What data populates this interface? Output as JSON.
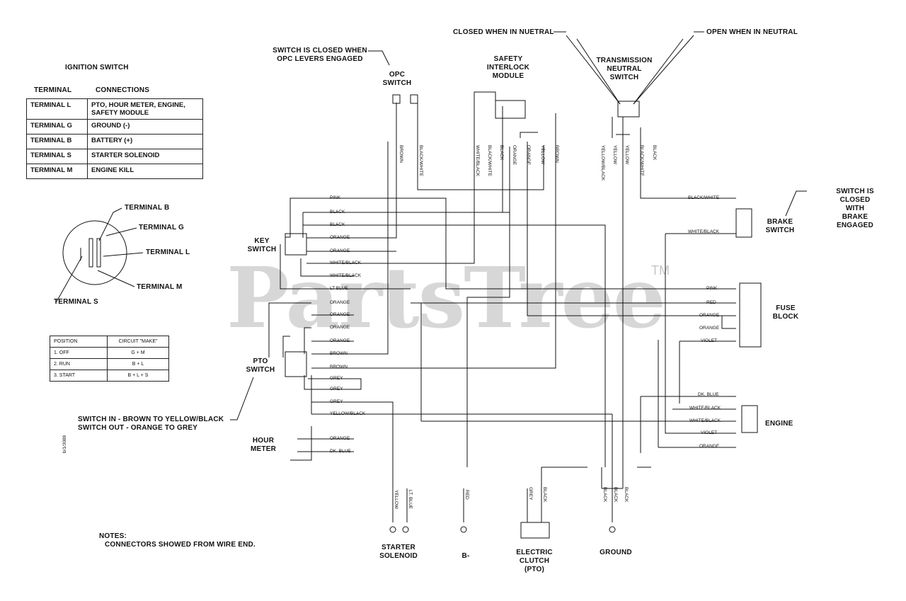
{
  "ignition": {
    "title": "IGNITION SWITCH",
    "col_terminal": "TERMINAL",
    "col_connections": "CONNECTIONS",
    "rows": [
      {
        "terminal": "TERMINAL  L",
        "connection": "PTO, HOUR METER, ENGINE, SAFETY MODULE"
      },
      {
        "terminal": "TERMINAL  G",
        "connection": "GROUND (-)"
      },
      {
        "terminal": "TERMINAL  B",
        "connection": "BATTERY (+)"
      },
      {
        "terminal": "TERMINAL  S",
        "connection": "STARTER SOLENOID"
      },
      {
        "terminal": "TERMINAL  M",
        "connection": "ENGINE KILL"
      }
    ],
    "callouts": {
      "b": "TERMINAL B",
      "g": "TERMINAL G",
      "l": "TERMINAL L",
      "m": "TERMINAL M",
      "s": "TERMINAL S"
    }
  },
  "positions": {
    "col_position": "POSITION",
    "col_circuit": "CIRCUIT \"MAKE\"",
    "rows": [
      {
        "position": "1. OFF",
        "circuit": "G + M"
      },
      {
        "position": "2. RUN",
        "circuit": "B + L"
      },
      {
        "position": "3. START",
        "circuit": "B + L + S"
      }
    ]
  },
  "components": {
    "opc_note": "SWITCH IS CLOSED WHEN\nOPC LEVERS ENGAGED",
    "opc_switch": "OPC\nSWITCH",
    "safety_module": "SAFETY\nINTERLOCK\nMODULE",
    "closed_neutral": "CLOSED WHEN IN NUETRAL",
    "open_neutral": "OPEN WHEN IN NEUTRAL",
    "trans_switch": "TRANSMISSION\nNEUTRAL\nSWITCH",
    "brake_note": "SWITCH IS CLOSED WITH\nBRAKE ENGAGED",
    "brake_switch": "BRAKE\nSWITCH",
    "key_switch": "KEY\nSWITCH",
    "fuse_block": "FUSE\nBLOCK",
    "pto_switch": "PTO\nSWITCH",
    "pto_note_1": "SWITCH IN - BROWN TO YELLOW/BLACK",
    "pto_note_2": "SWITCH OUT - ORANGE TO GREY",
    "engine": "ENGINE",
    "hour_meter": "HOUR\nMETER",
    "starter_solenoid": "STARTER\nSOLENOID",
    "b_minus": "B-",
    "electric_clutch": "ELECTRIC\nCLUTCH\n(PTO)",
    "ground": "GROUND",
    "notes_title": "NOTES:",
    "notes_body": "CONNECTORS SHOWED FROM WIRE END.",
    "doc_code": "b/1/3089"
  },
  "wire_labels": {
    "top": [
      "BROWN",
      "BLACK/WHITE",
      "WHITE/BLACK",
      "BLACK/WHITE",
      "BLACK",
      "ORANGE",
      "ORANGE",
      "YELLOW",
      "BROWN",
      "YELLOW/BLACK",
      "YELLOW",
      "YELLOW",
      "BLACK/WHITE",
      "BLACK"
    ],
    "key": [
      "PINK",
      "BLACK",
      "BLACK",
      "ORANGE",
      "ORANGE",
      "WHITE/BLACK",
      "WHITE/BLACK",
      "LT BLUE"
    ],
    "pto": [
      "ORANGE",
      "ORANGE",
      "ORANGE",
      "ORANGE",
      "BROWN",
      "BROWN",
      "GREY",
      "GREY",
      "GREY",
      "YELLOW/BLACK"
    ],
    "hour": [
      "ORANGE",
      "DK. BLUE"
    ],
    "brake": [
      "BLACK/WHITE",
      "WHITE/BLACK"
    ],
    "fuse": [
      "PINK",
      "RED",
      "ORANGE",
      "ORANGE",
      "VIOLET"
    ],
    "engine": [
      "DK. BLUE",
      "WHITE/BLACK",
      "WHITE/BLACK",
      "VIOLET",
      "ORANGE"
    ],
    "bottom": [
      "YELLOW",
      "LT. BLUE",
      "RED",
      "GREY",
      "BLACK",
      "BLACK",
      "BLACK",
      "BLACK"
    ]
  },
  "watermark": "PartsTree",
  "trademark": "TM"
}
